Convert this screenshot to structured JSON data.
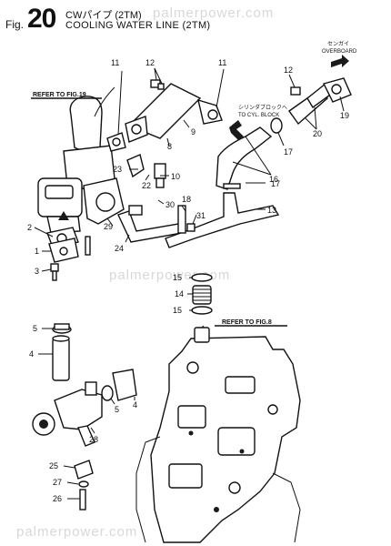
{
  "figure": {
    "prefix": "Fig.",
    "number": "20",
    "title_jp": "CWパイプ (2TM)",
    "title_en": "COOLING WATER LINE (2TM)"
  },
  "watermark": "palmerpower.com",
  "refs": {
    "fig19": "REFER TO FIG.19",
    "fig8": "REFER TO FIG.8"
  },
  "notes": {
    "overboard_jp": "センガイ",
    "overboard_en": "OVERBOARD",
    "cyl_jp": "シリンダブロックへ",
    "cyl_en": "TO CYL. BLOCK"
  },
  "callouts": {
    "c1": "1",
    "c2": "2",
    "c3": "3",
    "c4a": "4",
    "c4b": "4",
    "c5a": "5",
    "c5b": "5",
    "c8": "8",
    "c9": "9",
    "c10": "10",
    "c11a": "11",
    "c11b": "11",
    "c12a": "12",
    "c12b": "12",
    "c13": "13",
    "c14": "14",
    "c15a": "15",
    "c15b": "15",
    "c16": "16",
    "c17a": "17",
    "c17b": "17",
    "c18": "18",
    "c19": "19",
    "c20": "20",
    "c22": "22",
    "c23": "23",
    "c24": "24",
    "c25": "25",
    "c26": "26",
    "c27": "27",
    "c28": "28",
    "c29": "29",
    "c30": "30",
    "c31": "31"
  }
}
